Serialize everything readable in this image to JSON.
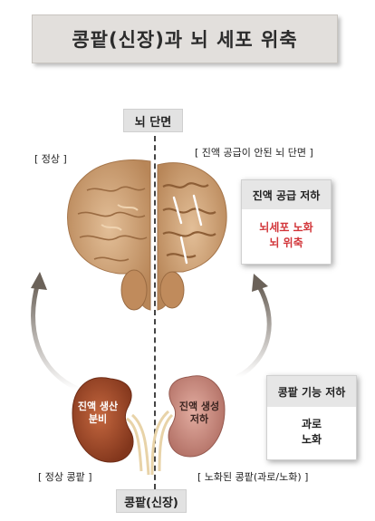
{
  "title": "콩팥(신장)과 뇌 세포 위축",
  "brain_tag": "뇌 단면",
  "kidney_tag": "콩팥(신장)",
  "labels": {
    "normal": "[ 정상 ]",
    "no_supply_brain": "[ 진액 공급이 안된 뇌 단면 ]",
    "normal_kidney": "[ 정상 콩팥 ]",
    "aged_kidney": "[ 노화된 콩팥(과로/노화) ]"
  },
  "box_supply": {
    "heading": "진액 공급 저하",
    "line1": "뇌세포 노화",
    "line2": "뇌 위축"
  },
  "box_kidney": {
    "heading": "콩팥 기능 저하",
    "line1": "과로",
    "line2": "노화"
  },
  "kidney_left_label": {
    "line1": "진액 생산",
    "line2": "분비"
  },
  "kidney_right_label": {
    "line1": "진액 생성",
    "line2": "저하"
  },
  "colors": {
    "brain": "#c79a6e",
    "brain_dark": "#a6764b",
    "kidney_normal": "#a4502f",
    "kidney_aged": "#c98b80",
    "arrow": "#6b6259",
    "alert_text": "#d2363a"
  }
}
